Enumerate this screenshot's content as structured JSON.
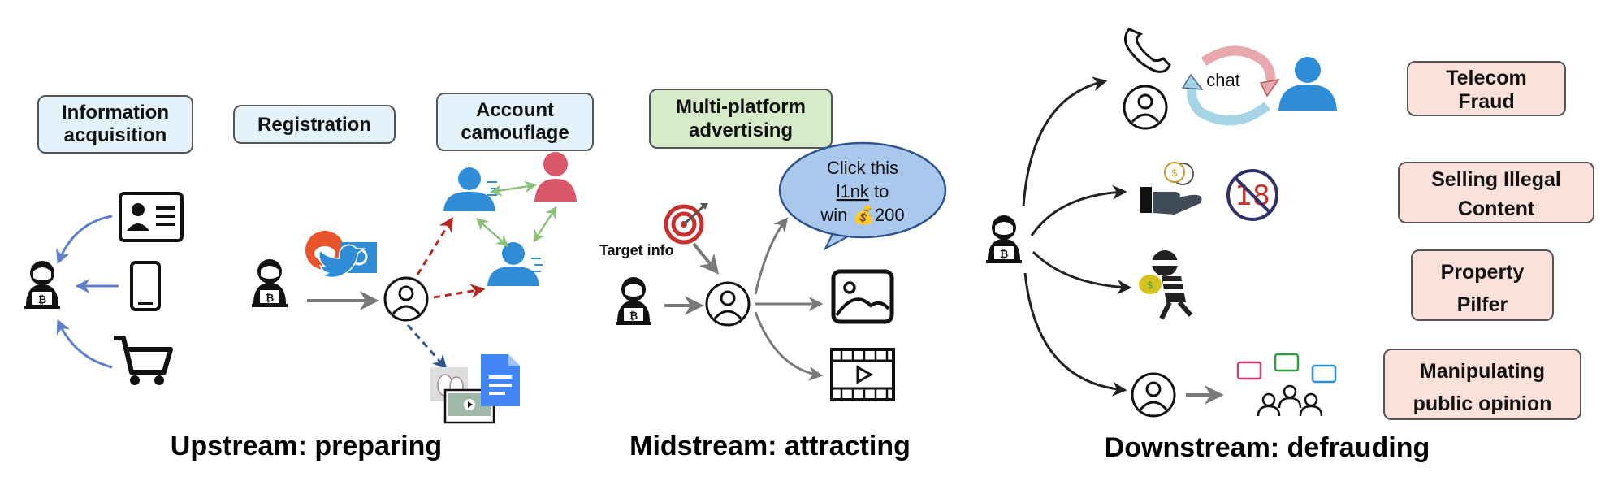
{
  "upstream": {
    "title": "Upstream: preparing",
    "info_acquisition": [
      "Information",
      "acquisition"
    ],
    "registration": "Registration",
    "account_camouflage": [
      "Account",
      "camouflage"
    ]
  },
  "midstream": {
    "title": "Midstream: attracting",
    "advertising": [
      "Multi-platform",
      "advertising"
    ],
    "target_info": "Target info",
    "bubble": {
      "line1": "Click this",
      "link": "l1nk",
      "line2_suffix": " to",
      "line3_prefix": "win ",
      "line3_suffix": "200"
    }
  },
  "downstream": {
    "title": "Downstream: defrauding",
    "chat": "chat",
    "no18": "18",
    "outcomes": [
      [
        "Telecom",
        "Fraud"
      ],
      [
        "Selling Illegal",
        "Content"
      ],
      [
        "Property",
        "Pilfer"
      ],
      [
        "Manipulating",
        "public opinion"
      ]
    ]
  },
  "colors": {
    "blue_box": "#e4f3fb",
    "green_box": "#d6ebc8",
    "red_box": "#fbe1d9",
    "user_blue": "#2f8dd8",
    "user_red": "#d9596b",
    "arrow_blue": "#5b7fc9",
    "arrow_gray": "#7a7a7a",
    "arrow_red": "#b22a22",
    "arrow_navy": "#2f5591"
  }
}
